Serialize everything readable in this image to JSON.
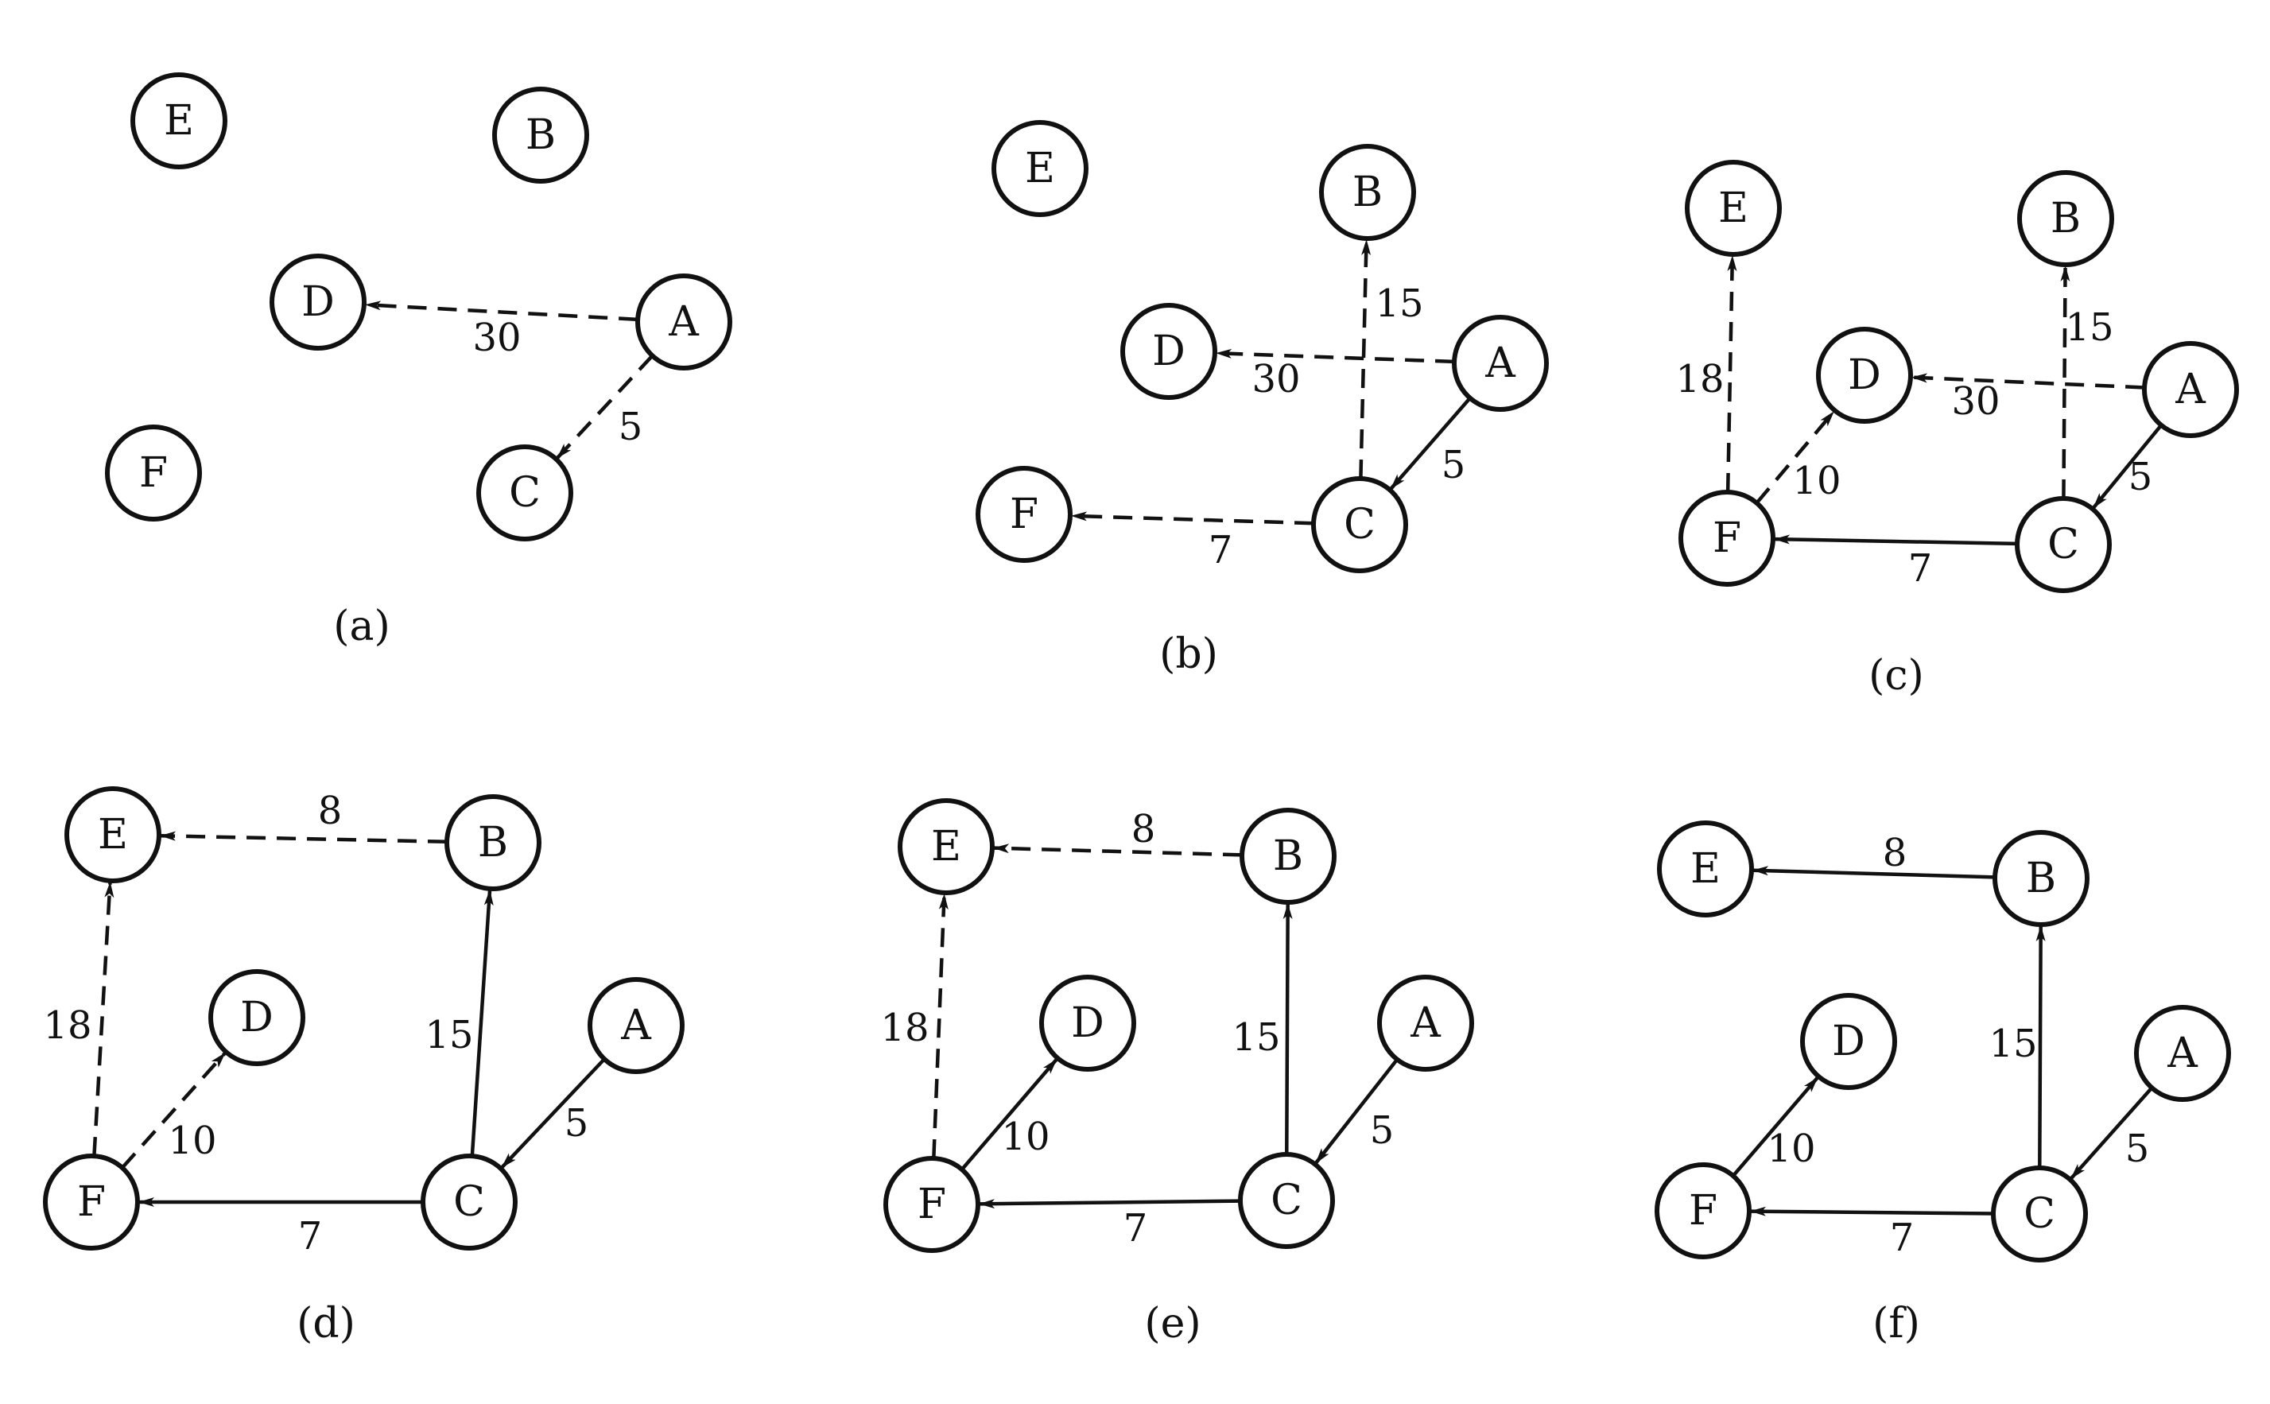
{
  "colors": {
    "ink": "#111111",
    "paper": "#ffffff"
  },
  "panels": [
    {
      "id": "a",
      "caption": "(a)",
      "nodes": [
        {
          "id": "E",
          "label": "E"
        },
        {
          "id": "B",
          "label": "B"
        },
        {
          "id": "D",
          "label": "D"
        },
        {
          "id": "A",
          "label": "A"
        },
        {
          "id": "F",
          "label": "F"
        },
        {
          "id": "C",
          "label": "C"
        }
      ],
      "edges": [
        {
          "from": "A",
          "to": "D",
          "weight": "30",
          "style": "dashed"
        },
        {
          "from": "A",
          "to": "C",
          "weight": "5",
          "style": "dashed"
        }
      ]
    },
    {
      "id": "b",
      "caption": "(b)",
      "nodes": [
        {
          "id": "E",
          "label": "E"
        },
        {
          "id": "B",
          "label": "B"
        },
        {
          "id": "D",
          "label": "D"
        },
        {
          "id": "A",
          "label": "A"
        },
        {
          "id": "F",
          "label": "F"
        },
        {
          "id": "C",
          "label": "C"
        }
      ],
      "edges": [
        {
          "from": "A",
          "to": "D",
          "weight": "30",
          "style": "dashed"
        },
        {
          "from": "C",
          "to": "B",
          "weight": "15",
          "style": "dashed"
        },
        {
          "from": "A",
          "to": "C",
          "weight": "5",
          "style": "solid"
        },
        {
          "from": "C",
          "to": "F",
          "weight": "7",
          "style": "dashed"
        }
      ]
    },
    {
      "id": "c",
      "caption": "(c)",
      "nodes": [
        {
          "id": "E",
          "label": "E"
        },
        {
          "id": "B",
          "label": "B"
        },
        {
          "id": "D",
          "label": "D"
        },
        {
          "id": "A",
          "label": "A"
        },
        {
          "id": "F",
          "label": "F"
        },
        {
          "id": "C",
          "label": "C"
        }
      ],
      "edges": [
        {
          "from": "F",
          "to": "E",
          "weight": "18",
          "style": "dashed"
        },
        {
          "from": "C",
          "to": "B",
          "weight": "15",
          "style": "dashed"
        },
        {
          "from": "A",
          "to": "D",
          "weight": "30",
          "style": "dashed"
        },
        {
          "from": "F",
          "to": "D",
          "weight": "10",
          "style": "dashed"
        },
        {
          "from": "A",
          "to": "C",
          "weight": "5",
          "style": "solid"
        },
        {
          "from": "C",
          "to": "F",
          "weight": "7",
          "style": "solid"
        }
      ]
    },
    {
      "id": "d",
      "caption": "(d)",
      "nodes": [
        {
          "id": "E",
          "label": "E"
        },
        {
          "id": "B",
          "label": "B"
        },
        {
          "id": "D",
          "label": "D"
        },
        {
          "id": "A",
          "label": "A"
        },
        {
          "id": "F",
          "label": "F"
        },
        {
          "id": "C",
          "label": "C"
        }
      ],
      "edges": [
        {
          "from": "B",
          "to": "E",
          "weight": "8",
          "style": "dashed"
        },
        {
          "from": "F",
          "to": "E",
          "weight": "18",
          "style": "dashed"
        },
        {
          "from": "F",
          "to": "D",
          "weight": "10",
          "style": "dashed"
        },
        {
          "from": "C",
          "to": "B",
          "weight": "15",
          "style": "solid"
        },
        {
          "from": "A",
          "to": "C",
          "weight": "5",
          "style": "solid"
        },
        {
          "from": "C",
          "to": "F",
          "weight": "7",
          "style": "solid"
        }
      ]
    },
    {
      "id": "e",
      "caption": "(e)",
      "nodes": [
        {
          "id": "E",
          "label": "E"
        },
        {
          "id": "B",
          "label": "B"
        },
        {
          "id": "D",
          "label": "D"
        },
        {
          "id": "A",
          "label": "A"
        },
        {
          "id": "F",
          "label": "F"
        },
        {
          "id": "C",
          "label": "C"
        }
      ],
      "edges": [
        {
          "from": "B",
          "to": "E",
          "weight": "8",
          "style": "dashed"
        },
        {
          "from": "F",
          "to": "E",
          "weight": "18",
          "style": "dashed"
        },
        {
          "from": "F",
          "to": "D",
          "weight": "10",
          "style": "solid"
        },
        {
          "from": "C",
          "to": "B",
          "weight": "15",
          "style": "solid"
        },
        {
          "from": "A",
          "to": "C",
          "weight": "5",
          "style": "solid"
        },
        {
          "from": "C",
          "to": "F",
          "weight": "7",
          "style": "solid"
        }
      ]
    },
    {
      "id": "f",
      "caption": "(f)",
      "nodes": [
        {
          "id": "E",
          "label": "E"
        },
        {
          "id": "B",
          "label": "B"
        },
        {
          "id": "D",
          "label": "D"
        },
        {
          "id": "A",
          "label": "A"
        },
        {
          "id": "F",
          "label": "F"
        },
        {
          "id": "C",
          "label": "C"
        }
      ],
      "edges": [
        {
          "from": "B",
          "to": "E",
          "weight": "8",
          "style": "solid"
        },
        {
          "from": "F",
          "to": "D",
          "weight": "10",
          "style": "solid"
        },
        {
          "from": "C",
          "to": "B",
          "weight": "15",
          "style": "solid"
        },
        {
          "from": "A",
          "to": "C",
          "weight": "5",
          "style": "solid"
        },
        {
          "from": "C",
          "to": "F",
          "weight": "7",
          "style": "solid"
        }
      ]
    }
  ]
}
